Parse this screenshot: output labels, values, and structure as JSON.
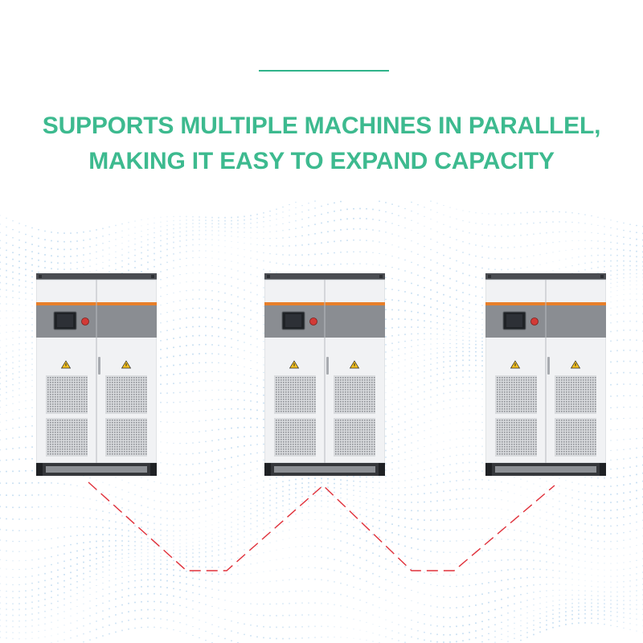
{
  "headline": {
    "line1": "SUPPORTS MULTIPLE MACHINES IN PARALLEL,",
    "line2": "MAKING IT EASY TO EXPAND CAPACITY"
  },
  "colors": {
    "headline": "#3dba8f",
    "accent_line": "#2fb38a",
    "cabinet_body": "#f1f2f4",
    "cabinet_band": "#8a8d92",
    "cabinet_stripe": "#e87f2a",
    "link_line": "#e0303a",
    "wave_dots": "#b8d6ee"
  },
  "icons": {
    "screen": "display-screen-icon",
    "button": "red-stop-button-icon",
    "warning": "warning-triangle-icon",
    "vent": "vent-grille"
  },
  "cabinets": [
    {
      "id": "cabinet-1"
    },
    {
      "id": "cabinet-2"
    },
    {
      "id": "cabinet-3"
    }
  ]
}
